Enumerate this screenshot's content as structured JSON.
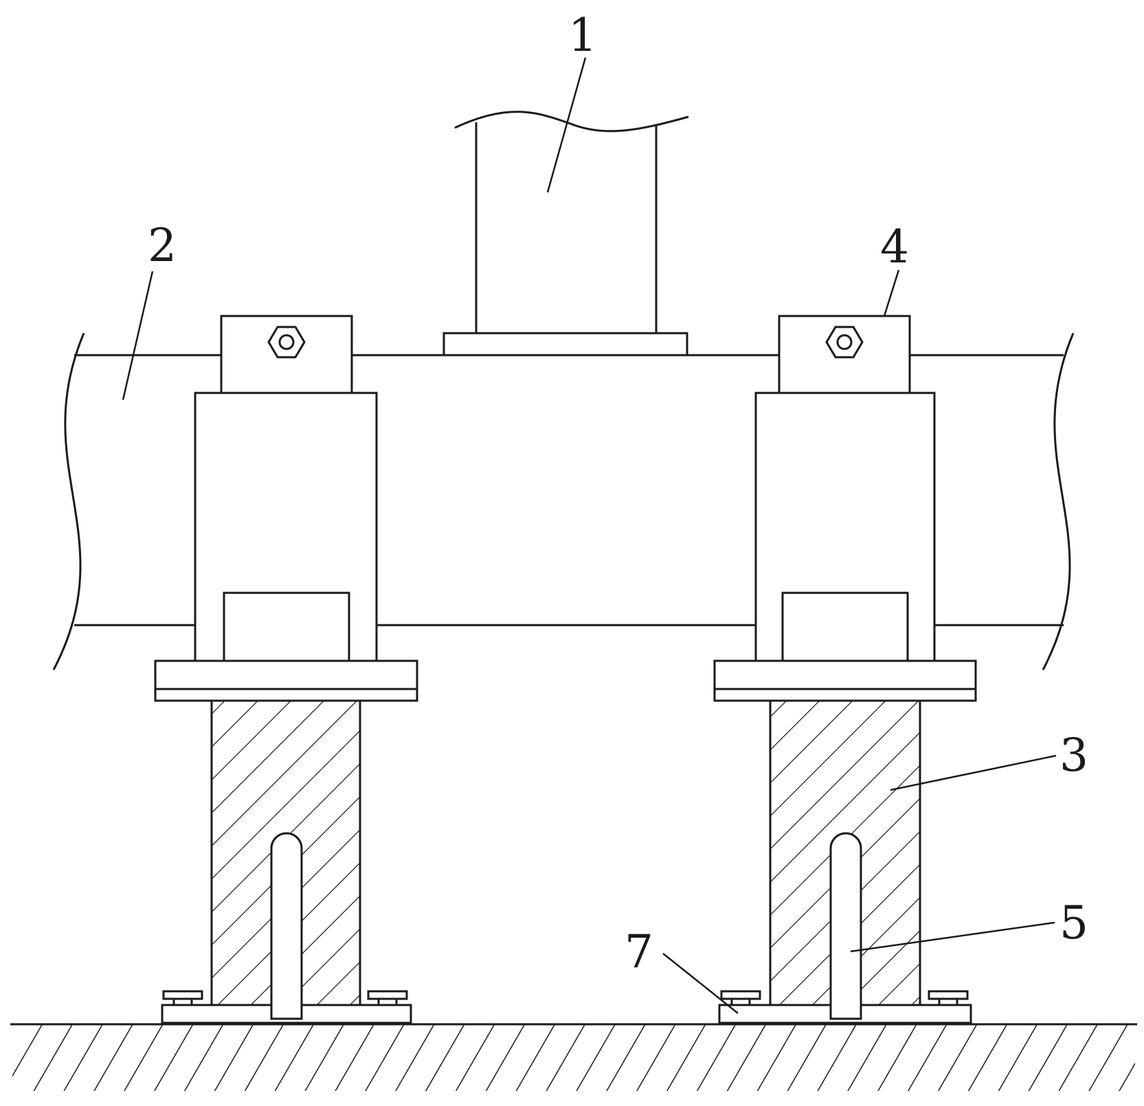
{
  "labels": {
    "part_1": "1",
    "part_2": "2",
    "part_3": "3",
    "part_4": "4",
    "part_5": "5",
    "part_7": "7"
  },
  "colors": {
    "line": "#1a1a1a",
    "background": "#ffffff"
  }
}
